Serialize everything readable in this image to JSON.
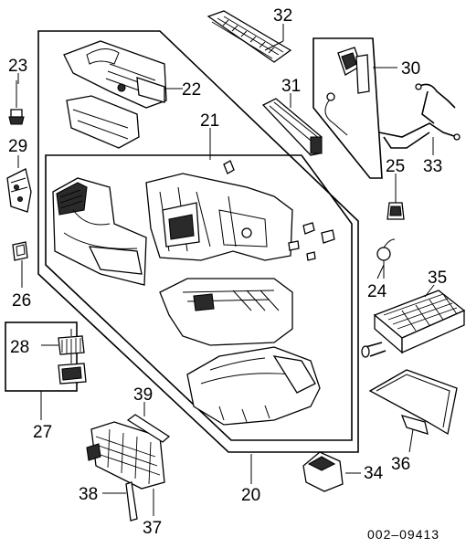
{
  "diagram": {
    "reference_code": "002–09413",
    "callouts": {
      "p20": "20",
      "p21": "21",
      "p22": "22",
      "p23": "23",
      "p24": "24",
      "p25": "25",
      "p26": "26",
      "p27": "27",
      "p28": "28",
      "p29": "29",
      "p30": "30",
      "p31": "31",
      "p32": "32",
      "p33": "33",
      "p34": "34",
      "p35": "35",
      "p36": "36",
      "p37": "37",
      "p38": "38",
      "p39": "39"
    }
  }
}
